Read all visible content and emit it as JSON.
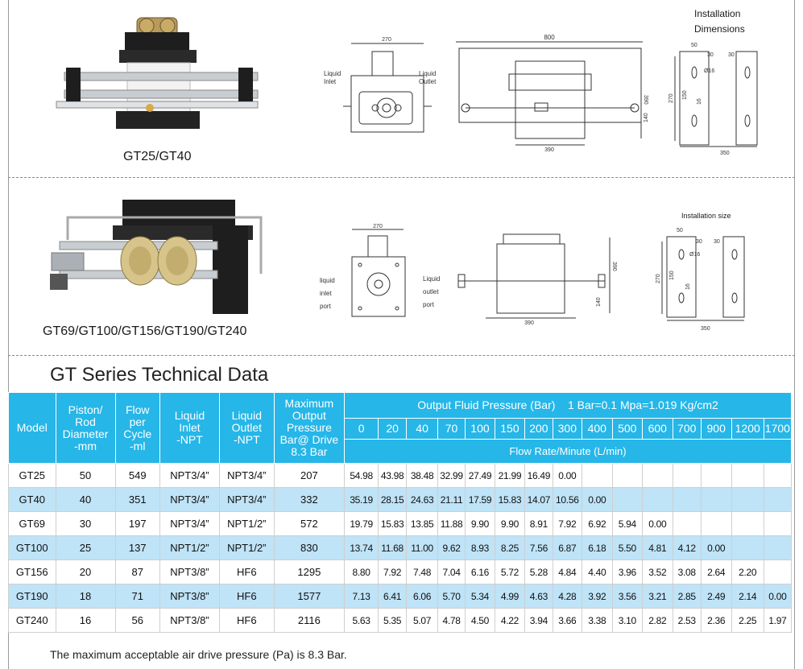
{
  "top": {
    "caption": "GT25/GT40",
    "installation_title_line1": "Installation",
    "installation_title_line2": "Dimensions",
    "drawing_labels": {
      "liquid_inlet_line1": "Liquid",
      "liquid_inlet_line2": "Inlet",
      "liquid_outlet_line1": "Liquid",
      "liquid_outlet_line2": "Outlet",
      "dim_270_front": "270",
      "dim_800": "800",
      "dim_390_h": "390",
      "dim_390_bottom": "390",
      "dim_140": "140",
      "inst_50": "50",
      "inst_30a": "30",
      "inst_30b": "30",
      "inst_016": "Ø16",
      "inst_270": "270",
      "inst_150": "150",
      "inst_16": "16",
      "inst_350": "350"
    }
  },
  "middle": {
    "caption": "GT69/GT100/GT156/GT190/GT240",
    "installation_title": "Installation size",
    "drawing_labels": {
      "liquid_inlet_line1": "liquid",
      "liquid_inlet_line2": "inlet",
      "liquid_inlet_line3": "port",
      "liquid_outlet_line1": "Liquid",
      "liquid_outlet_line2": "outlet",
      "liquid_outlet_line3": "port",
      "dim_270_front": "270",
      "dim_390_h": "390",
      "dim_140": "140",
      "dim_390_bottom": "390",
      "inst_50": "50",
      "inst_30a": "30",
      "inst_30b": "30",
      "inst_016": "Ø16",
      "inst_270": "270",
      "inst_150": "150",
      "inst_16": "16",
      "inst_350": "350"
    }
  },
  "table": {
    "title": "GT Series Technical Data",
    "headers": {
      "model": "Model",
      "piston_line1": "Piston/",
      "piston_line2": "Rod",
      "piston_line3": "Diameter",
      "piston_line4": "-mm",
      "flow_line1": "Flow",
      "flow_line2": "per",
      "flow_line3": "Cycle",
      "flow_line4": "-ml",
      "inlet_line1": "Liquid",
      "inlet_line2": "Inlet",
      "inlet_line3": "-NPT",
      "outlet_line1": "Liquid",
      "outlet_line2": "Outlet",
      "outlet_line3": "-NPT",
      "maxp_line1": "Maximum",
      "maxp_line2": "Output",
      "maxp_line3": "Pressure",
      "maxp_line4": "Bar@ Drive",
      "maxp_line5": "8.3 Bar",
      "output_title": "Output Fluid Pressure (Bar)    1 Bar=0.1 Mpa=1.019 Kg/cm2",
      "flow_rate_title": "Flow Rate/Minute (L/min)"
    },
    "pressures": [
      "0",
      "20",
      "40",
      "70",
      "100",
      "150",
      "200",
      "300",
      "400",
      "500",
      "600",
      "700",
      "900",
      "1200",
      "1700"
    ],
    "rows": [
      {
        "model": "GT25",
        "dia": "50",
        "flow": "549",
        "inlet": "NPT3/4”",
        "outlet": "NPT3/4”",
        "maxp": "207",
        "rates": [
          "54.98",
          "43.98",
          "38.48",
          "32.99",
          "27.49",
          "21.99",
          "16.49",
          "0.00",
          "",
          "",
          "",
          "",
          "",
          "",
          ""
        ]
      },
      {
        "model": "GT40",
        "dia": "40",
        "flow": "351",
        "inlet": "NPT3/4”",
        "outlet": "NPT3/4”",
        "maxp": "332",
        "rates": [
          "35.19",
          "28.15",
          "24.63",
          "21.11",
          "17.59",
          "15.83",
          "14.07",
          "10.56",
          "0.00",
          "",
          "",
          "",
          "",
          "",
          ""
        ]
      },
      {
        "model": "GT69",
        "dia": "30",
        "flow": "197",
        "inlet": "NPT3/4”",
        "outlet": "NPT1/2”",
        "maxp": "572",
        "rates": [
          "19.79",
          "15.83",
          "13.85",
          "11.88",
          "9.90",
          "9.90",
          "8.91",
          "7.92",
          "6.92",
          "5.94",
          "0.00",
          "",
          "",
          "",
          ""
        ]
      },
      {
        "model": "GT100",
        "dia": "25",
        "flow": "137",
        "inlet": "NPT1/2”",
        "outlet": "NPT1/2”",
        "maxp": "830",
        "rates": [
          "13.74",
          "11.68",
          "11.00",
          "9.62",
          "8.93",
          "8.25",
          "7.56",
          "6.87",
          "6.18",
          "5.50",
          "4.81",
          "4.12",
          "0.00",
          "",
          ""
        ]
      },
      {
        "model": "GT156",
        "dia": "20",
        "flow": "87",
        "inlet": "NPT3/8”",
        "outlet": "HF6",
        "maxp": "1295",
        "rates": [
          "8.80",
          "7.92",
          "7.48",
          "7.04",
          "6.16",
          "5.72",
          "5.28",
          "4.84",
          "4.40",
          "3.96",
          "3.52",
          "3.08",
          "2.64",
          "2.20",
          ""
        ]
      },
      {
        "model": "GT190",
        "dia": "18",
        "flow": "71",
        "inlet": "NPT3/8”",
        "outlet": "HF6",
        "maxp": "1577",
        "rates": [
          "7.13",
          "6.41",
          "6.06",
          "5.70",
          "5.34",
          "4.99",
          "4.63",
          "4.28",
          "3.92",
          "3.56",
          "3.21",
          "2.85",
          "2.49",
          "2.14",
          "0.00"
        ]
      },
      {
        "model": "GT240",
        "dia": "16",
        "flow": "56",
        "inlet": "NPT3/8”",
        "outlet": "HF6",
        "maxp": "2116",
        "rates": [
          "5.63",
          "5.35",
          "5.07",
          "4.78",
          "4.50",
          "4.22",
          "3.94",
          "3.66",
          "3.38",
          "3.10",
          "2.82",
          "2.53",
          "2.36",
          "2.25",
          "1.97"
        ]
      }
    ],
    "note": "The maximum acceptable air drive pressure (Pa) is 8.3 Bar."
  },
  "colors": {
    "header_blue": "#26b6e8",
    "row_alt": "#bfe3f7",
    "row_plain": "#ffffff"
  }
}
